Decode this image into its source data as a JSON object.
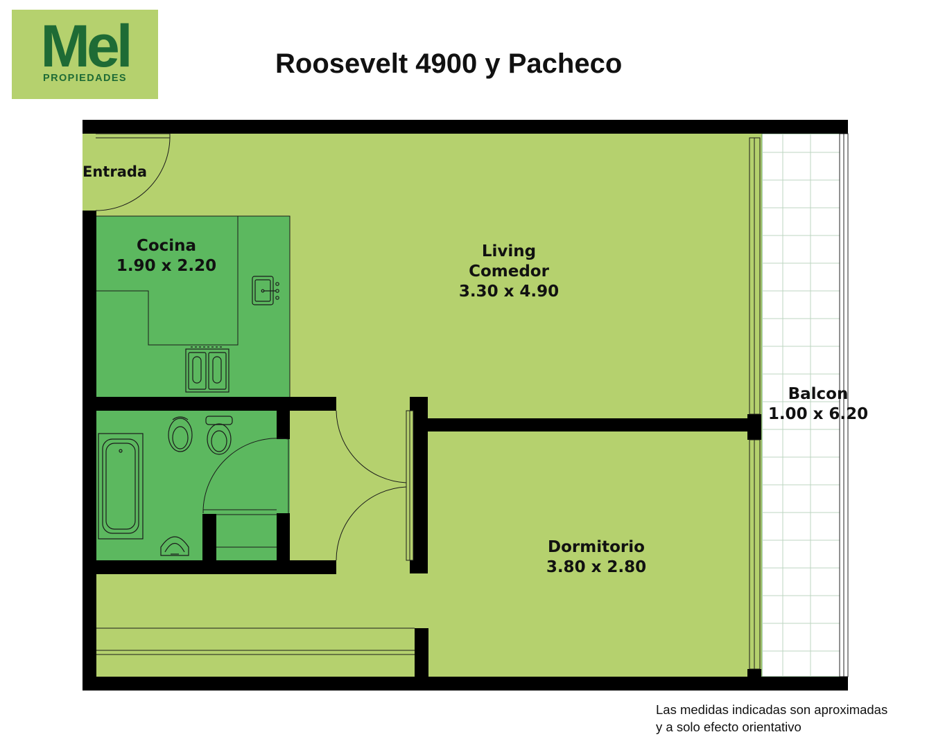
{
  "logo": {
    "brand": "Mel",
    "subtitle": "PROPIEDADES"
  },
  "title": "Roosevelt 4900 y Pacheco",
  "rooms": {
    "entrada": {
      "name": "Entrada"
    },
    "cocina": {
      "name": "Cocina",
      "size": "1.90 x 2.20"
    },
    "living": {
      "name_line1": "Living",
      "name_line2": "Comedor",
      "size": "3.30 x 4.90"
    },
    "dormitorio": {
      "name": "Dormitorio",
      "size": "3.80 x 2.80"
    },
    "balcon": {
      "name": "Balcon",
      "size": "1.00 x 6.20"
    }
  },
  "disclaimer": {
    "line1": "Las medidas indicadas son aproximadas",
    "line2": "y a solo efecto orientativo"
  },
  "colors": {
    "floor": "#b5d16e",
    "wet_room": "#5cb85f",
    "wall": "#000000",
    "logo_text": "#1e6b35"
  }
}
